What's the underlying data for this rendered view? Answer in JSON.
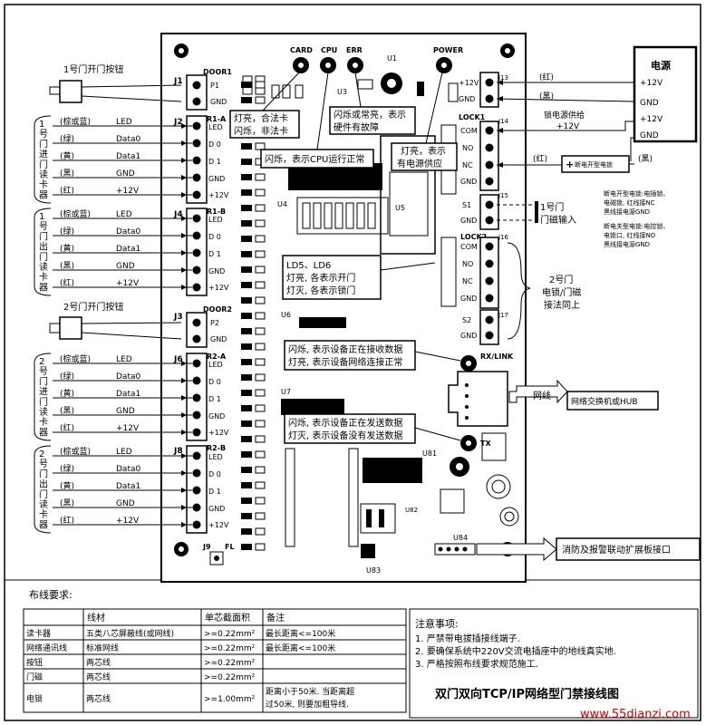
{
  "title": "双门双向TCP/IP网络型门禁接线图",
  "watermark": "www.55dianzi.com",
  "left": {
    "door1_button": "1号门开门按钮",
    "door2_button": "2号门开门按钮",
    "groups": [
      {
        "vertical": [
          "1",
          "号",
          "门",
          "进",
          "门",
          "读",
          "卡",
          "器"
        ]
      },
      {
        "vertical": [
          "1",
          "号",
          "门",
          "出",
          "门",
          "读",
          "卡",
          "器"
        ]
      },
      {
        "vertical": [
          "2",
          "号",
          "门",
          "进",
          "门",
          "读",
          "卡",
          "器"
        ]
      },
      {
        "vertical": [
          "2",
          "号",
          "门",
          "出",
          "门",
          "读",
          "卡",
          "器"
        ]
      }
    ],
    "colors": [
      "(棕或蓝)",
      "(绿)",
      "(黄)",
      "(黑)",
      "(红)"
    ],
    "signals": [
      "LED",
      "Data0",
      "Data1",
      "GND",
      "+12V"
    ]
  },
  "board": {
    "leds": {
      "card": "CARD",
      "cpu": "CPU",
      "err": "ERR",
      "power": "POWER"
    },
    "u1": "U1",
    "connectors": {
      "j1": "J1",
      "j2": "J2",
      "j3": "J3",
      "j4": "J4",
      "j6": "J6",
      "j8": "J8",
      "j9": "J9",
      "door1": "DOOR1",
      "door2": "DOOR2",
      "r1a": "R1-A",
      "r1b": "R1-B",
      "r2a": "R2-A",
      "r2b": "R2-B",
      "j13": "J13",
      "j14": "J14",
      "j15": "J15",
      "j16": "J16",
      "j17": "J17",
      "lock1": "LOCK1",
      "lock2": "LOCK2",
      "rxlink": "RX/LINK",
      "tx": "TX",
      "fl": "FL"
    },
    "pins": {
      "p1": "P1",
      "p2": "P2",
      "gnd": "GND",
      "led": "LED",
      "d0": "D 0",
      "d1": "D 1",
      "v12": "+12V",
      "com": "COM",
      "no": "NO",
      "nc": "NC",
      "s1": "S1",
      "s2": "S2"
    },
    "chips": {
      "u3": "U3",
      "u4": "U4",
      "u5": "U5",
      "u6": "U6",
      "u7": "U7",
      "u81": "U81",
      "u82": "U82",
      "u83": "U83",
      "u84": "U84"
    },
    "callouts": {
      "card": [
        "灯亮，合法卡",
        "闪烁，非法卡"
      ],
      "err": [
        "闪烁或常亮，表示",
        "硬件有故障"
      ],
      "cpu": "闪烁，表示CPU运行正常",
      "power": [
        "灯亮，表示",
        "有电源供应"
      ],
      "ld56": [
        "LD5、LD6",
        "灯亮, 各表示开门",
        "灯灭, 各表示锁门"
      ],
      "rx": [
        "闪烁, 表示设备正在接收数据",
        "灯亮, 表示设备网络连接正常"
      ],
      "tx": [
        "闪烁, 表示设备正在发送数据",
        "灯灭, 表示设备没有发送数据"
      ]
    }
  },
  "right": {
    "psu_title": "电源",
    "psu_v12": "+12V",
    "psu_gnd": "GND",
    "red": "(红)",
    "black": "(黑)",
    "lock_supply": [
      "锁电源供给",
      "+12V"
    ],
    "lock_label": "断电开型电锁",
    "note1": [
      "断电开型电锁:电插锁、",
      "电磁锁, 红线接NC",
      "黑线接电源GND"
    ],
    "note2": [
      "断电关型电锁:电控锁、",
      "电锁口, 红线接NO",
      "黑线接电源GND"
    ],
    "door1_sensor": [
      "1号门",
      "门磁输入"
    ],
    "door2_same": [
      "2号门",
      "电锁/门磁",
      "接法同上"
    ],
    "net_line": "网线",
    "switch": "网络交换机或HUB",
    "fire": "消防及报警联动扩展板接口"
  },
  "wiring": {
    "title": "布线要求:",
    "headers": [
      "线材",
      "单芯截面积",
      "备注"
    ],
    "rows": [
      {
        "name": "读卡器",
        "wire": "五类八芯屏蔽线(或网线)",
        "area": ">=0.22mm²",
        "note": [
          "最长距离<=100米"
        ]
      },
      {
        "name": "网络通讯线",
        "wire": "标准网线",
        "area": ">=0.22mm²",
        "note": [
          "最长距离<=100米"
        ]
      },
      {
        "name": "按钮",
        "wire": "两芯线",
        "area": ">=0.22mm²",
        "note": [
          ""
        ]
      },
      {
        "name": "门磁",
        "wire": "两芯线",
        "area": ">=0.22mm²",
        "note": [
          ""
        ]
      },
      {
        "name": "电锁",
        "wire": "两芯线",
        "area": ">=1.00mm²",
        "note": [
          "距离小于50米. 当距离超",
          "过50米, 则要加粗导线."
        ]
      }
    ]
  },
  "notes": {
    "title": "注意事项:",
    "items": [
      "1.  严禁带电拔插接线端子.",
      "2.  要确保系统中220V交流电插座中的地线真实地.",
      "3.  严格按照布线要求规范施工."
    ]
  }
}
